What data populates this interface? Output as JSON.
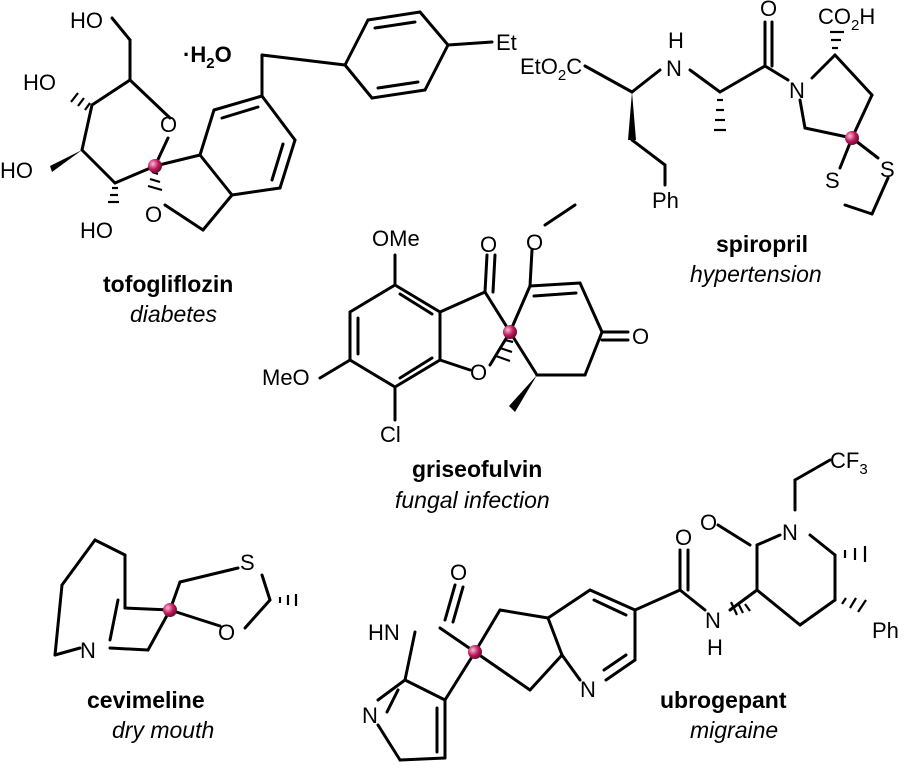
{
  "figure": {
    "spiro_marker_color": "#c2185b",
    "compounds": [
      {
        "id": "tofogliflozin",
        "name": "tofogliflozin",
        "indication": "diabetes",
        "hydrate": "·H",
        "hydrate_sub": "2",
        "hydrate_end": "O",
        "labels": {
          "ho_top": "HO",
          "ho_left_top": "HO",
          "ho_left_mid": "HO",
          "ho_bottom": "HO",
          "o_ring": "O",
          "o_furan": "O",
          "et": "Et"
        }
      },
      {
        "id": "spirapril",
        "name": "spiropril",
        "indication": "hypertension",
        "labels": {
          "eto2c_a": "EtO",
          "eto2c_sub": "2",
          "eto2c_b": "C",
          "nh_h": "H",
          "nh_n": "N",
          "o_amide": "O",
          "n_pyrrolidine": "N",
          "co2h_a": "CO",
          "co2h_sub": "2",
          "co2h_b": "H",
          "s_right": "S",
          "s_left": "S",
          "ph": "Ph"
        }
      },
      {
        "id": "griseofulvin",
        "name": "griseofulvin",
        "indication": "fungal infection",
        "labels": {
          "ome_top": "OMe",
          "meo_left": "MeO",
          "cl": "Cl",
          "o_furanone": "O",
          "o_ketone_top": "O",
          "o_methoxy": "O",
          "o_enone": "O"
        }
      },
      {
        "id": "cevimeline",
        "name": "cevimeline",
        "indication": "dry mouth",
        "labels": {
          "n": "N",
          "s": "S",
          "o": "O"
        }
      },
      {
        "id": "ubrogepant",
        "name": "ubrogepant",
        "indication": "migraine",
        "labels": {
          "hn_lactam": "HN",
          "o_lactam": "O",
          "n_pyridine_left": "N",
          "n_pyridine_mid": "N",
          "o_amide": "O",
          "nh_n": "N",
          "nh_h": "H",
          "o_piperidone": "O",
          "n_piperidone": "N",
          "cf3_a": "CF",
          "cf3_sub": "3",
          "ph": "Ph"
        }
      }
    ]
  }
}
